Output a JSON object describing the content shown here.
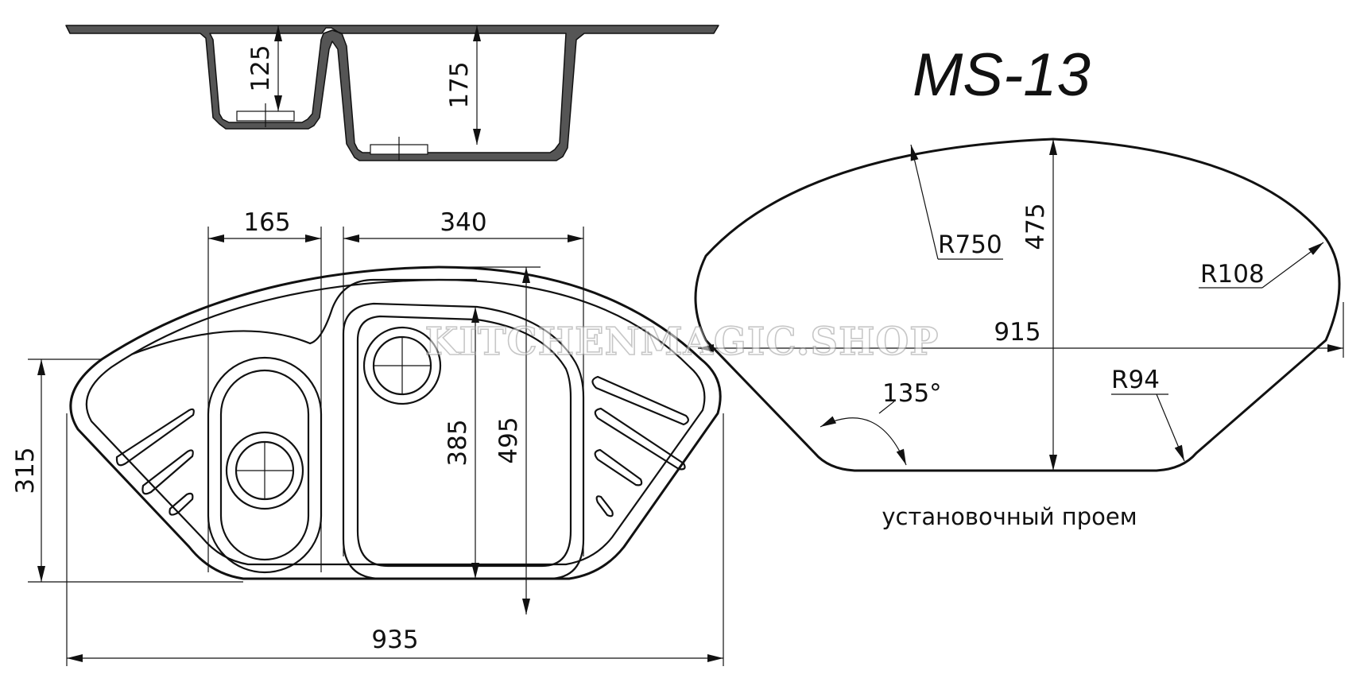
{
  "title": "MS-13",
  "watermark": "KITCHENMAGIC.SHOP",
  "cutout_caption": "установочный проем",
  "section_view": {
    "small_bowl_depth": "125",
    "large_bowl_depth": "175"
  },
  "plan_view": {
    "small_bowl_width": "165",
    "large_bowl_width": "340",
    "large_bowl_length": "385",
    "overall_depth": "495",
    "side_depth": "315",
    "overall_width": "935"
  },
  "cutout": {
    "radius_top": "R750",
    "radius_corner": "R108",
    "radius_bottom": "R94",
    "depth": "475",
    "width": "915",
    "angle": "135°"
  }
}
